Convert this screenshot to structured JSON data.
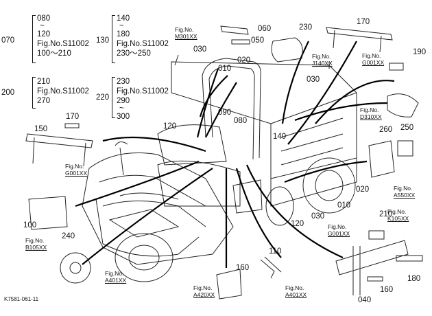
{
  "groups": [
    {
      "id": "070",
      "lines": [
        "080",
        "~",
        "120",
        "Fig.No.S11002",
        "100～210"
      ]
    },
    {
      "id": "130",
      "lines": [
        "140",
        "~",
        "180",
        "Fig.No.S11002",
        "230～250"
      ]
    },
    {
      "id": "200",
      "lines": [
        "210",
        "Fig.No.S11002",
        "270"
      ]
    },
    {
      "id": "220",
      "lines": [
        "230",
        "Fig.No.S11002",
        "290",
        "~",
        "300"
      ]
    }
  ],
  "part_numbers": [
    "060",
    "050",
    "230",
    "170",
    "190",
    "030",
    "010",
    "020",
    "030",
    "090",
    "080",
    "120",
    "140",
    "150",
    "170",
    "260",
    "250",
    "020",
    "010",
    "030",
    "120",
    "100",
    "240",
    "110",
    "160",
    "210",
    "180",
    "160",
    "040"
  ],
  "fig_refs": [
    {
      "label": "Fig.No.",
      "code": "M301XX"
    },
    {
      "label": "Fig.No.",
      "code": "J140XX"
    },
    {
      "label": "Fig.No.",
      "code": "G001XX"
    },
    {
      "label": "Fig.No.",
      "code": "D310XX"
    },
    {
      "label": "Fig.No.",
      "code": "G001XX"
    },
    {
      "label": "Fig.No.",
      "code": "A550XX"
    },
    {
      "label": "Fig.No.",
      "code": "B105XX"
    },
    {
      "label": "Fig.No.",
      "code": "A401XX"
    },
    {
      "label": "Fig.No.",
      "code": "A420XX"
    },
    {
      "label": "Fig.No.",
      "code": "A401XX"
    },
    {
      "label": "Fig.No.",
      "code": "G001XX"
    },
    {
      "label": "Fig.No.",
      "code": "K105XX"
    }
  ],
  "footer": "K7581-061-11"
}
